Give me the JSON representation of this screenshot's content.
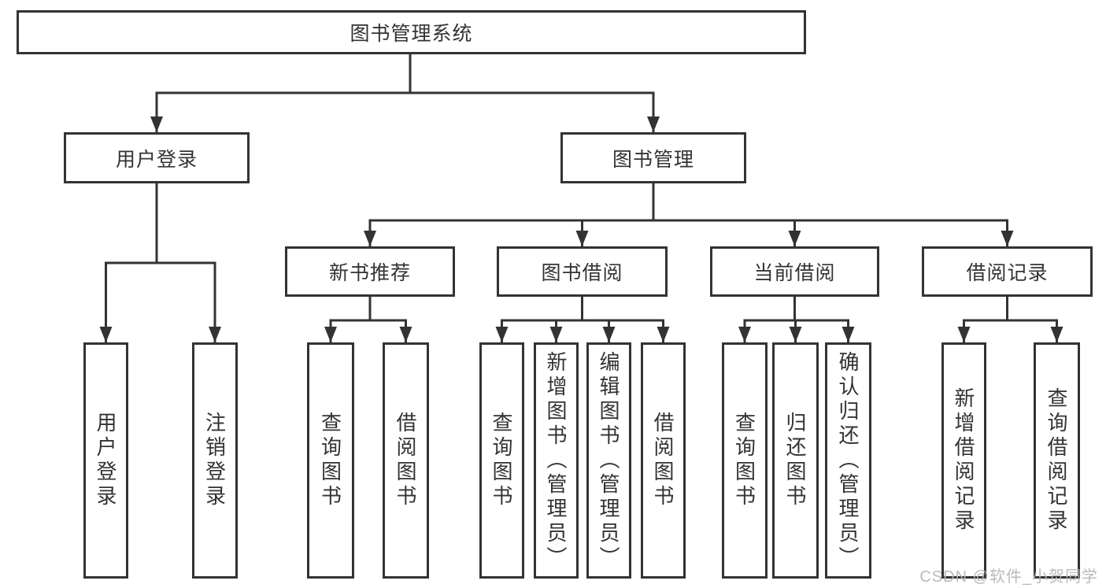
{
  "tree": {
    "root": {
      "label": "图书管理系统"
    },
    "children": [
      {
        "label": "用户登录",
        "children": [
          {
            "label": "用户登录"
          },
          {
            "label": "注销登录"
          }
        ]
      },
      {
        "label": "图书管理",
        "children": [
          {
            "label": "新书推荐",
            "children": [
              {
                "label": "查询图书"
              },
              {
                "label": "借阅图书"
              }
            ]
          },
          {
            "label": "图书借阅",
            "children": [
              {
                "label": "查询图书"
              },
              {
                "label": "新增图书（管理员）"
              },
              {
                "label": "编辑图书（管理员）"
              },
              {
                "label": "借阅图书"
              }
            ]
          },
          {
            "label": "当前借阅",
            "children": [
              {
                "label": "查询图书"
              },
              {
                "label": "归还图书"
              },
              {
                "label": "确认归还（管理员）"
              }
            ]
          },
          {
            "label": "借阅记录",
            "children": [
              {
                "label": "新增借阅记录"
              },
              {
                "label": "查询借阅记录"
              }
            ]
          }
        ]
      }
    ]
  },
  "watermark": {
    "text": "CSDN @软件_小贺同学"
  },
  "colors": {
    "line": "#333333",
    "text": "#333333",
    "background": "#ffffff",
    "watermark": "#b5b5b5"
  }
}
